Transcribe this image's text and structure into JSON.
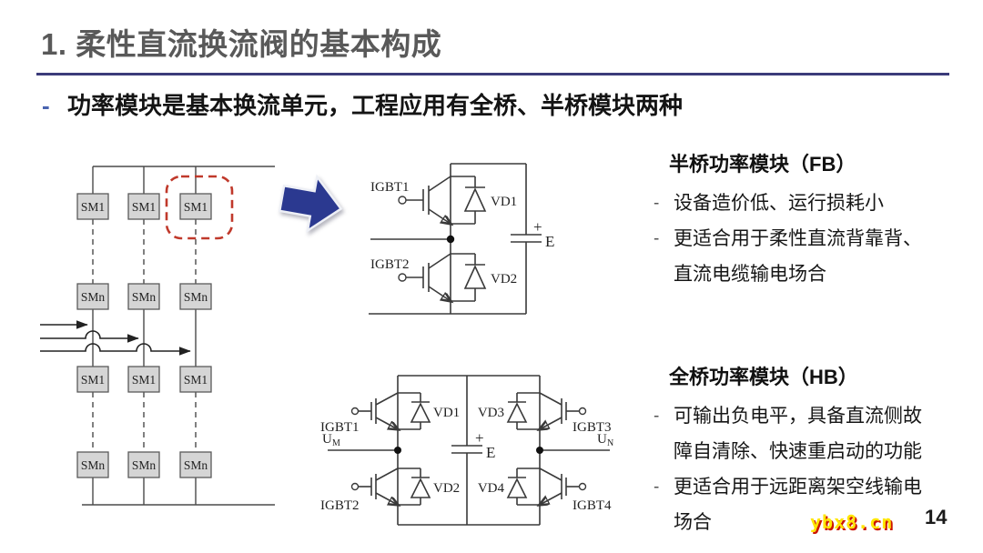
{
  "slide": {
    "title": "1. 柔性直流换流阀的基本构成",
    "bullet_dash": "-",
    "intro": "功率模块是基本换流单元，工程应用有全桥、半桥模块两种",
    "page_number": "14",
    "watermark": "ybx8.cn"
  },
  "colors": {
    "title_gray": "#595959",
    "divider_navy": "#3b3b7a",
    "block_arrow_navy": "#2b3990",
    "highlight_red": "#c0392b",
    "sm_box_fill": "#d5d5d5",
    "watermark_yellow": "#ffe600",
    "watermark_shadow_red": "#cc1500"
  },
  "sm_diagram": {
    "row1": [
      "SM1",
      "SM1",
      "SM1"
    ],
    "row2": [
      "SMn",
      "SMn",
      "SMn"
    ],
    "row3": [
      "SM1",
      "SM1",
      "SM1"
    ],
    "row4": [
      "SMn",
      "SMn",
      "SMn"
    ]
  },
  "half_bridge": {
    "igbt1": "IGBT1",
    "igbt2": "IGBT2",
    "vd1": "VD1",
    "vd2": "VD2",
    "plus": "+",
    "cap": "E"
  },
  "full_bridge": {
    "igbt1": "IGBT1",
    "igbt2": "IGBT2",
    "igbt3": "IGBT3",
    "igbt4": "IGBT4",
    "vd1": "VD1",
    "vd2": "VD2",
    "vd3": "VD3",
    "vd4": "VD4",
    "plus": "+",
    "cap": "E",
    "um_base": "U",
    "um_sub": "M",
    "un_base": "U",
    "un_sub": "N"
  },
  "right_panel": {
    "fb": {
      "heading": "半桥功率模块（FB）",
      "items": [
        "设备造价低、运行损耗小",
        "更适合用于柔性直流背靠背、直流电缆输电场合"
      ]
    },
    "hb": {
      "heading": "全桥功率模块（HB）",
      "items": [
        "可输出负电平，具备直流侧故障自清除、快速重启动的功能",
        "更适合用于远距离架空线输电场合"
      ]
    }
  }
}
